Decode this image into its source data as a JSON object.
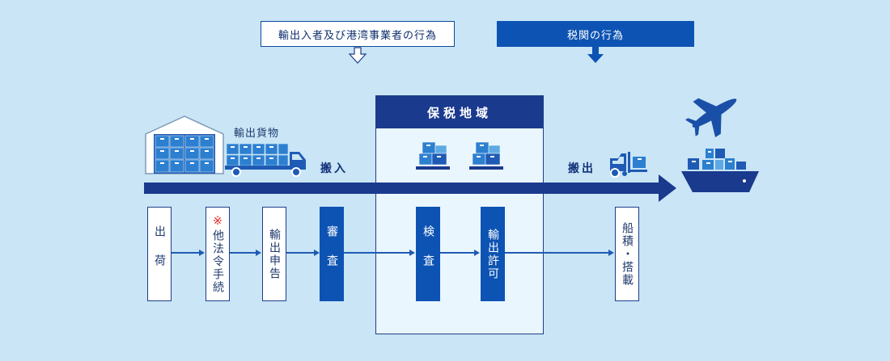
{
  "legend": {
    "importer_actions": "輸出入者及び港湾事業者の行為",
    "customs_actions": "税関の行為"
  },
  "bonded_area": {
    "title": "保税地域"
  },
  "labels": {
    "export_cargo": "輸出貨物",
    "carry_in": "搬入",
    "carry_out": "搬出"
  },
  "steps": {
    "shipment": "出荷",
    "other_law_mark": "※",
    "other_law": "他法令手続",
    "export_declaration": "輸出申告",
    "examination": "審査",
    "inspection": "検査",
    "export_permit": "輸出許可",
    "loading": "船積・搭載"
  },
  "colors": {
    "background": "#c9e5f6",
    "dark_navy": "#1a3a8e",
    "customs_blue": "#0d53b3",
    "box_blue": "#2d7fd0",
    "light_box_blue": "#5ea9e3",
    "note_red": "#e0291f"
  },
  "icons": [
    "warehouse-icon",
    "truck-icon",
    "pallet-boxes-icon",
    "forklift-icon",
    "airplane-icon",
    "cargo-ship-icon"
  ]
}
